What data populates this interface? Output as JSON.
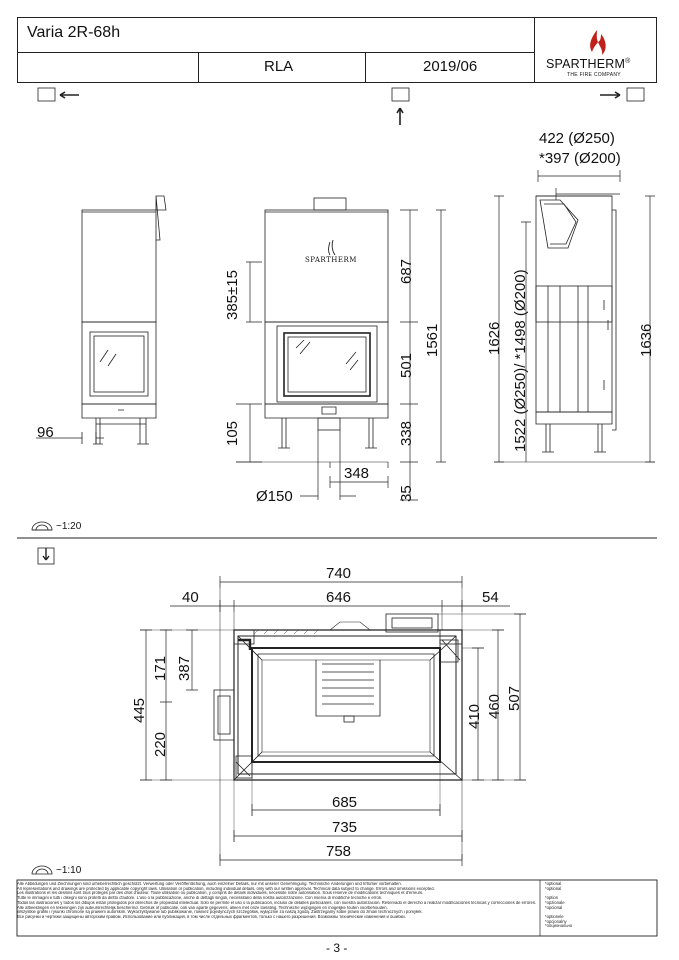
{
  "header": {
    "model": "Varia 2R-68h",
    "code": "RLA",
    "date": "2019/06",
    "brand": "SPARTHERM",
    "brand_mark": "®",
    "tagline": "THE FIRE COMPANY"
  },
  "icons": {
    "view_left": "view-left-arrow-icon",
    "view_front": "view-front-arrow-icon",
    "view_right": "view-right-arrow-icon",
    "top_view": "top-view-icon",
    "scale": "protractor-scale-icon",
    "brand_flame": "flame-logo-icon"
  },
  "front_logo": "SPARTHERM",
  "side_view": {
    "dim_96": "96"
  },
  "front_view": {
    "dim_385": "385±15",
    "dim_105": "105",
    "dim_687": "687",
    "dim_501": "501",
    "dim_338": "338",
    "dim_1561": "1561",
    "dim_348": "348",
    "dim_150": "Ø150",
    "dim_35": "35"
  },
  "right_view": {
    "dim_422": "422 (Ø250)",
    "dim_397": "*397 (Ø200)",
    "dim_1626": "1626",
    "dim_1522": "1522 (Ø250)/ *1498 (Ø200)",
    "dim_1636": "1636"
  },
  "scales": {
    "upper": "~1:20",
    "lower": "~1:10"
  },
  "plan_view": {
    "dim_740": "740",
    "dim_40": "40",
    "dim_646": "646",
    "dim_54": "54",
    "dim_171": "171",
    "dim_387": "387",
    "dim_445": "445",
    "dim_220": "220",
    "dim_410": "410",
    "dim_460": "460",
    "dim_507": "507",
    "dim_685": "685",
    "dim_735": "735",
    "dim_758": "758"
  },
  "disclaimer": [
    "Alle Abbildungen und Zeichnungen sind urheberrechtlich geschützt. Verwertung oder Veröffentlichung, auch einzelner Details, nur mit unserer Genehmigung. Technische Änderungen und Irrtümer vorbehalten.",
    "All representations and drawings are protected by applicable copyright laws. Utilisation or publication, including individual details, only with our written approval. Technical data subject to change. Errors and omissions excepted.",
    "Les illustrations et les dessins sont tous protégés par des droit d'auteur. Toute utilisation ou publication, y compris de détails individuels, nécessite notre autorisation. Sous reserve de modifications techniques et d'erreurs.",
    "Tutte le immagini e tutti i disegni sono protetti da diritto d'autore. L'uso o la pubblicazione, anche di dettagli singoli, necessitano della nostra autorizzazione. Con riserva di modifiche tecniche e errori.",
    "Todas las ilustraciones y todos los dibujos están protegidos por derechos de propiedad intelectual. Solo se permite el uso o la publicación, incluso de detalles particulares, con nuestra autorización. Reservado el derecho a realizar modificaciones técnicas y correcciones de errores.",
    "Alle afbeeldingen en tekeningen zijn auteursrechtelijk beschermd. Gebruik of publicatie, ook van aparte gegevens, alleen met onze toelating. Technische wijzigingen en mogelijke fouten voorbehouden.",
    "Wszystkie grafiki i rysunki chronione są prawem autorskim. Wykorzystywanie lub publikowanie, również pojedynczych szczegółów, wyłącznie za naszą zgodą. Zastrzegamy sobie prawo do zmian technicznych i pomyłek.",
    "Все рисунки и чертежи защищены авторским правом. Использование или публикация, в том числе отдельных фрагментов, только с нашего разрешения. Возможны технические изменения и ошибки."
  ],
  "optional_labels": [
    "*optional",
    "*optional",
    "",
    "*option",
    "*opzionale",
    "*opcional",
    "",
    "*optionele",
    "*opcjonalny",
    "*опционально"
  ],
  "page_number": "- 3 -"
}
